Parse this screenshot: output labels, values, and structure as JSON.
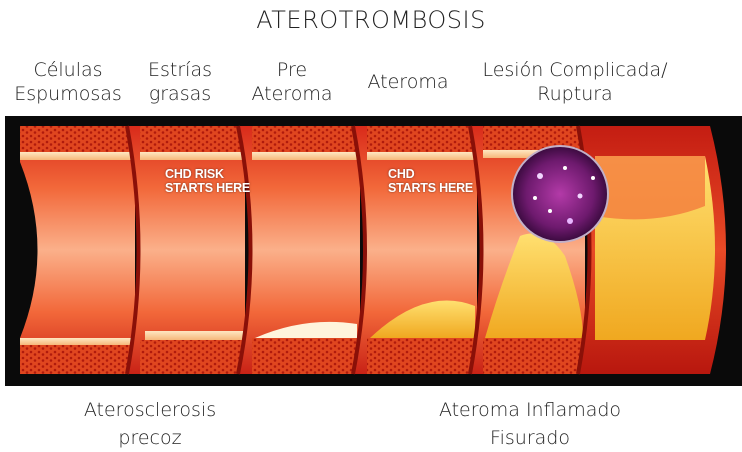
{
  "title": "ATEROTROMBOSIS",
  "stages": [
    {
      "line1": "Células",
      "line2": "Espumosas"
    },
    {
      "line1": "Estrías",
      "line2": "grasas"
    },
    {
      "line1": "Pre",
      "line2": "Ateroma"
    },
    {
      "line1": "Ateroma",
      "line2": ""
    },
    {
      "line1": "Lesión Complicada/",
      "line2": "Ruptura"
    }
  ],
  "annotations": {
    "chd_risk": "CHD RISK\nSTARTS HERE",
    "chd": "CHD\nSTARTS HERE"
  },
  "bottom": {
    "left": {
      "line1": "Aterosclerosis",
      "line2": "precoz"
    },
    "right": {
      "line1": "Ateroma Inflamado",
      "line2": "Fisurado"
    }
  },
  "colors": {
    "background": "#0a0a0a",
    "vessel_wall": "#e0301e",
    "lumen": "#f47a3c",
    "plaque": "#f5c232",
    "thrombus": "#6a1a6e"
  }
}
